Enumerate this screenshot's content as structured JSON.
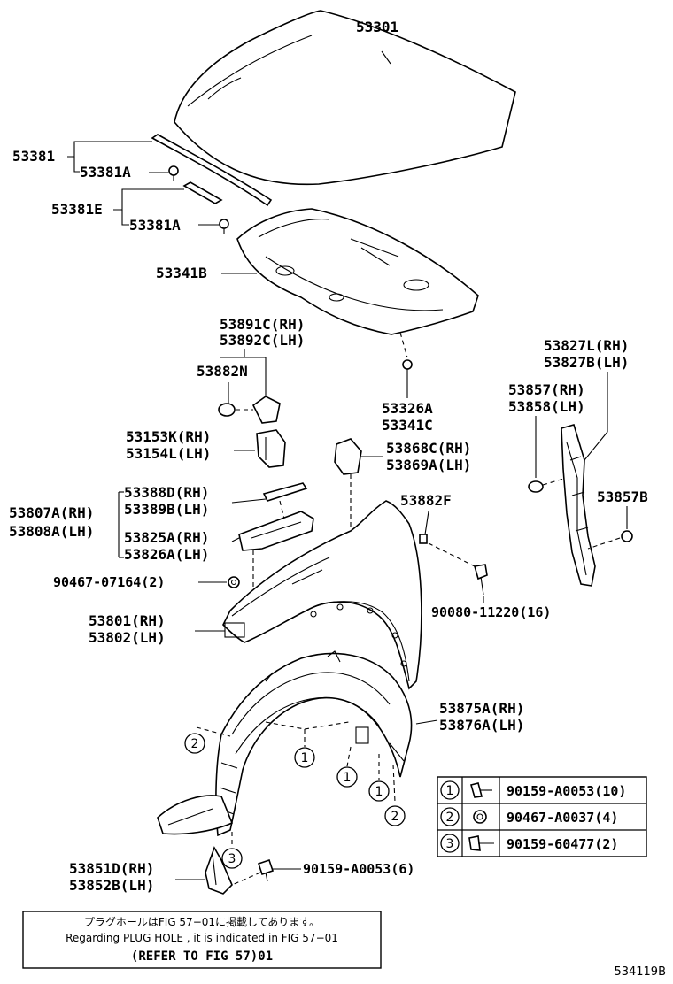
{
  "labels": {
    "p53301": "53301",
    "p53381": "53381",
    "p53381A_1": "53381A",
    "p53381E": "53381E",
    "p53381A_2": "53381A",
    "p53341B": "53341B",
    "p53891C": "53891C(RH)",
    "p53892C": "53892C(LH)",
    "p53882N": "53882N",
    "p53326A": "53326A",
    "p53341C": "53341C",
    "p53827L": "53827L(RH)",
    "p53827B": "53827B(LH)",
    "p53857": "53857(RH)",
    "p53858": "53858(LH)",
    "p53153K": "53153K(RH)",
    "p53154L": "53154L(LH)",
    "p53868C": "53868C(RH)",
    "p53869A": "53869A(LH)",
    "p53388D": "53388D(RH)",
    "p53389B": "53389B(LH)",
    "p53807A": "53807A(RH)",
    "p53808A": "53808A(LH)",
    "p53825A": "53825A(RH)",
    "p53826A": "53826A(LH)",
    "p53882F": "53882F",
    "p53857B": "53857B",
    "p90467_07164": "90467-07164(2)",
    "p90080_11220": "90080-11220(16)",
    "p53801": "53801(RH)",
    "p53802": "53802(LH)",
    "p53875A": "53875A(RH)",
    "p53876A": "53876A(LH)",
    "p53851D": "53851D(RH)",
    "p53852B": "53852B(LH)",
    "p90159_A0053_6": "90159-A0053(6)"
  },
  "callouts": {
    "one": "1",
    "two": "2",
    "three": "3"
  },
  "fastener_table": [
    {
      "key": "1",
      "part": "90159-A0053(10)"
    },
    {
      "key": "2",
      "part": "90467-A0037(4)"
    },
    {
      "key": "3",
      "part": "90159-60477(2)"
    }
  ],
  "note": {
    "jp": "プラグホールはFIG 57−01に掲載してあります。",
    "en": "Regarding PLUG HOLE , it is indicated in FIG 57−01",
    "ref": "(REFER TO FIG 57)01"
  },
  "figure_code": "534119B"
}
